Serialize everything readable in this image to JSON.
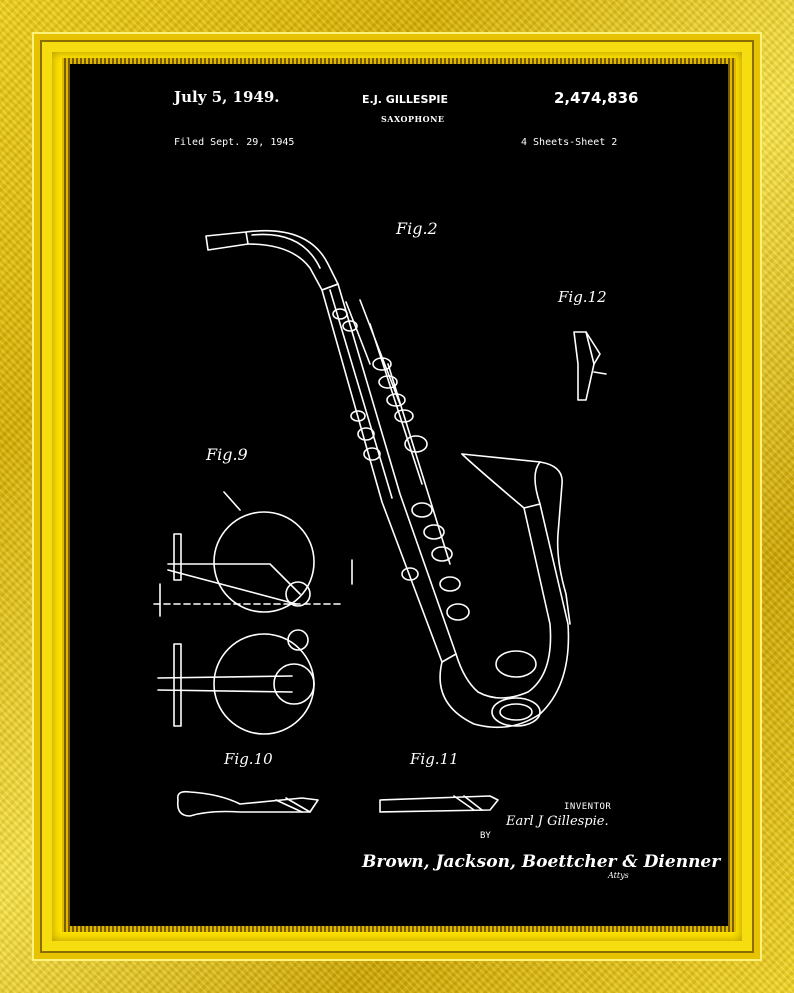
{
  "patent": {
    "date": "July 5, 1949.",
    "inventor": "E.J. GILLESPIE",
    "number": "2,474,836",
    "subject": "SAXOPHONE",
    "filed": "Filed Sept. 29, 1945",
    "sheets": "4 Sheets-Sheet 2"
  },
  "figures": {
    "fig2": "Fig.2",
    "fig9": "Fig.9",
    "fig10": "Fig.10",
    "fig11": "Fig.11",
    "fig12": "Fig.12"
  },
  "signature": {
    "label": "INVENTOR",
    "name": "Earl J Gillespie.",
    "by": "BY",
    "attorneys": "Brown, Jackson, Boettcher & Dienner",
    "attorneys_suffix": "Attys"
  },
  "colors": {
    "frame": "#f2d21a",
    "plate": "#000000",
    "ink": "#ffffff"
  }
}
